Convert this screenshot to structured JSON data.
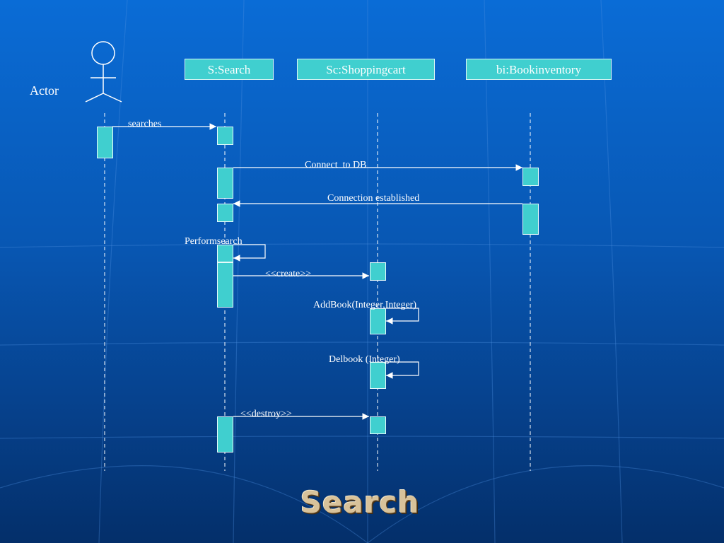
{
  "slide": {
    "title": "Search"
  },
  "actor": {
    "label": "Actor"
  },
  "objects": [
    {
      "label": "S:Search"
    },
    {
      "label": "Sc:Shoppingcart"
    },
    {
      "label": "bi:Bookinventory"
    }
  ],
  "messages": {
    "searches": "searches",
    "connect": "Connect  to DB",
    "established": "Connection established",
    "perform": "Performsearch",
    "create": "<<create>>",
    "addbook": "AddBook(Integer,Integer)",
    "delbook": "Delbook (Integer)",
    "destroy": "<<destroy>>"
  },
  "colors": {
    "background": "#0857b3",
    "object_fill": "#40cfcf",
    "text": "#ffffff",
    "title": "#d8c29a"
  }
}
